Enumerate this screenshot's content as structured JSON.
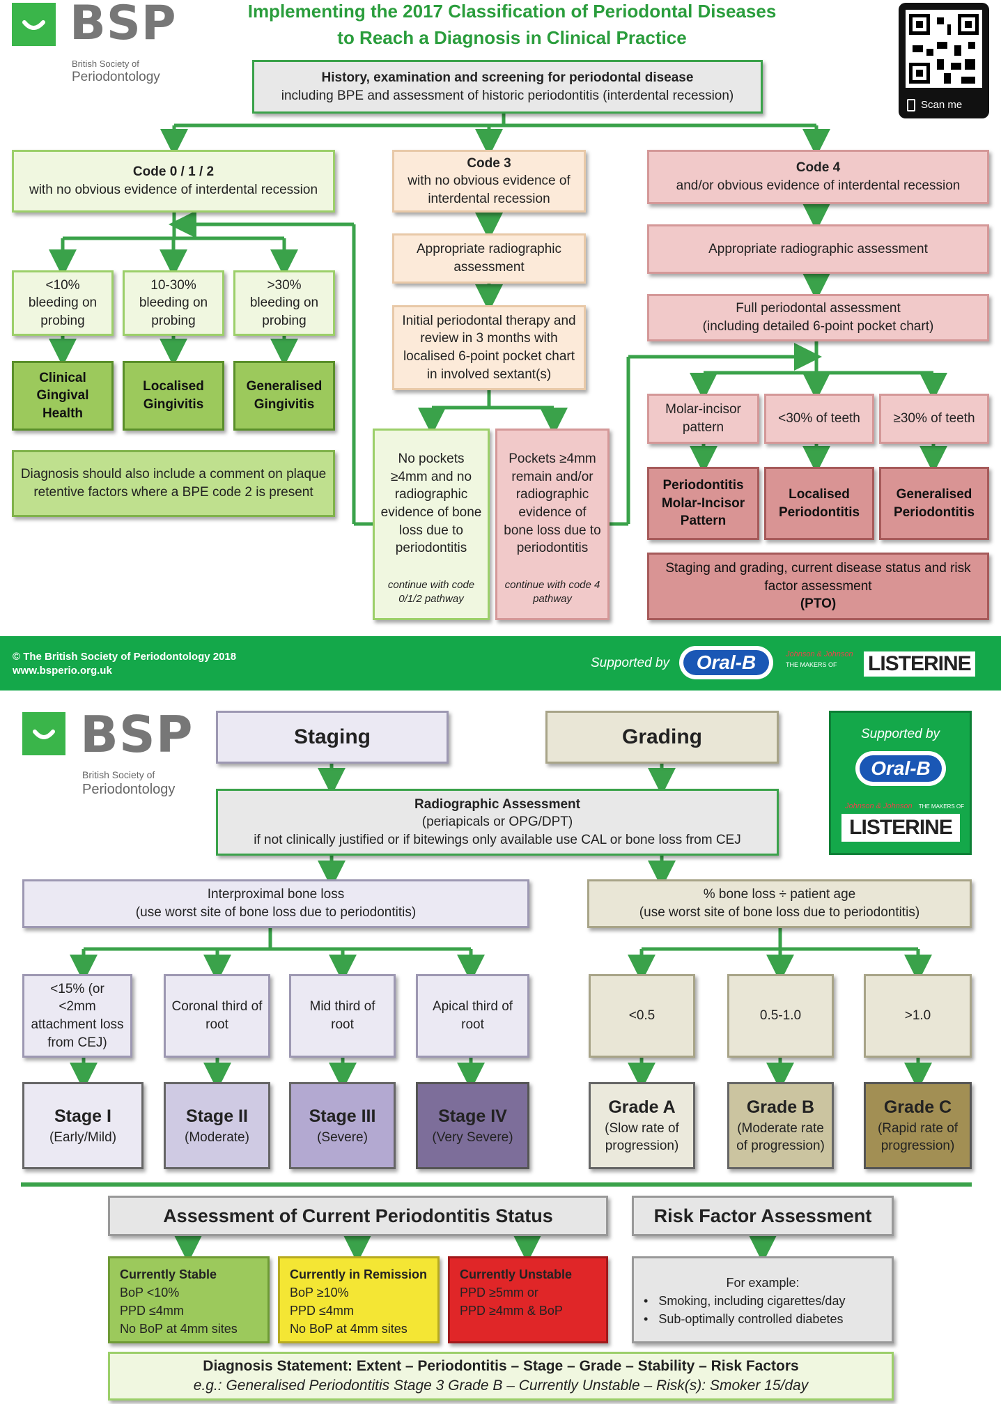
{
  "header": {
    "logo_text": "BSP",
    "logo_sub1": "British Society of",
    "logo_sub2": "Periodontology",
    "title_line1": "Implementing the 2017 Classification of Periodontal Diseases",
    "title_line2": "to Reach a Diagnosis in Clinical Practice",
    "qr_label": "Scan me"
  },
  "top": {
    "history_line1": "History, examination and screening for periodontal disease",
    "history_line2": "including BPE and assessment of historic periodontitis (interdental recession)",
    "code012_line1": "Code 0 / 1 / 2",
    "code012_line2": "with no obvious evidence of interdental recession",
    "code3_line1": "Code 3",
    "code3_line2": "with no obvious evidence of interdental recession",
    "code4_line1": "Code 4",
    "code4_line2": "and/or obvious evidence of interdental recession",
    "bleed1": "<10% bleeding on probing",
    "bleed2": "10-30% bleeding on probing",
    "bleed3": ">30% bleeding on probing",
    "diag1": "Clinical Gingival Health",
    "diag2": "Localised Gingivitis",
    "diag3": "Generalised Gingivitis",
    "plaque_note": "Diagnosis should also include a comment on plaque retentive factors where a BPE code 2 is present",
    "radio3": "Appropriate radiographic assessment",
    "initial_therapy": "Initial periodontal therapy and review in 3 months with localised 6-point pocket chart in involved sextant(s)",
    "no_pockets": "No pockets ≥4mm and no radiographic evidence of bone loss due to periodontitis",
    "no_pockets_cont": "continue with code 0/1/2 pathway",
    "pockets": "Pockets ≥4mm remain and/or radiographic evidence of bone loss due to periodontitis",
    "pockets_cont": "continue with code 4 pathway",
    "radio4": "Appropriate radiographic assessment",
    "full_assess_line1": "Full periodontal assessment",
    "full_assess_line2": "(including detailed 6-point pocket chart)",
    "pattern1": "Molar-incisor pattern",
    "pattern2": "<30% of teeth",
    "pattern3": "≥30% of teeth",
    "perio1": "Periodontitis Molar-Incisor Pattern",
    "perio2": "Localised Periodontitis",
    "perio3": "Generalised Periodontitis",
    "staging_note": "Staging and grading, current disease status and risk factor assessment",
    "pto": "(PTO)"
  },
  "banner": {
    "copyright": "© The British Society of Periodontology 2018",
    "website": "www.bsperio.org.uk",
    "supported_by": "Supported by",
    "oralb": "Oral-B",
    "jj": "Johnson & Johnson",
    "jj_sub": "THE MAKERS OF",
    "listerine": "LISTERINE"
  },
  "bottom": {
    "logo_text": "BSP",
    "logo_sub1": "British Society of",
    "logo_sub2": "Periodontology",
    "staging": "Staging",
    "grading": "Grading",
    "radio_title": "Radiographic Assessment",
    "radio_line2": "(periapicals or OPG/DPT)",
    "radio_line3": "if not clinically justified or if bitewings only available use CAL or bone loss from CEJ",
    "sponsor_supported": "Supported by",
    "sponsor_oralb": "Oral-B",
    "sponsor_jj": "Johnson & Johnson",
    "sponsor_jj_sub": "THE MAKERS OF",
    "sponsor_listerine": "LISTERINE",
    "interprox_line1": "Interproximal bone loss",
    "interprox_line2": "(use worst site of bone loss due to periodontitis)",
    "boneage_line1": "% bone loss ÷ patient age",
    "boneage_line2": "(use worst site of bone loss due to periodontitis)",
    "st_crit1": "<15% (or <2mm attachment loss from CEJ)",
    "st_crit2": "Coronal third of root",
    "st_crit3": "Mid third of root",
    "st_crit4": "Apical third of root",
    "gr_crit1": "<0.5",
    "gr_crit2": "0.5-1.0",
    "gr_crit3": ">1.0",
    "stage1": "Stage I",
    "stage1_sub": "(Early/Mild)",
    "stage2": "Stage II",
    "stage2_sub": "(Moderate)",
    "stage3": "Stage III",
    "stage3_sub": "(Severe)",
    "stage4": "Stage IV",
    "stage4_sub": "(Very Severe)",
    "gradeA": "Grade A",
    "gradeA_sub": "(Slow rate of progression)",
    "gradeB": "Grade B",
    "gradeB_sub": "(Moderate rate of progression)",
    "gradeC": "Grade C",
    "gradeC_sub": "(Rapid rate of progression)",
    "status_title": "Assessment of Current Periodontitis Status",
    "risk_title": "Risk Factor Assessment",
    "stable_title": "Currently Stable",
    "stable_l1": "BoP <10%",
    "stable_l2": "PPD ≤4mm",
    "stable_l3": "No BoP at 4mm sites",
    "remission_title": "Currently in Remission",
    "remission_l1": "BoP ≥10%",
    "remission_l2": "PPD ≤4mm",
    "remission_l3": "No BoP at 4mm sites",
    "unstable_title": "Currently Unstable",
    "unstable_l1": "PPD ≥5mm or",
    "unstable_l2": "PPD ≥4mm & BoP",
    "risk_example": "For example:",
    "risk_item1": "Smoking, including cigarettes/day",
    "risk_item2": "Sub-optimally controlled diabetes",
    "diag_statement": "Diagnosis Statement: Extent – Periodontitis – Stage – Grade – Stability – Risk Factors",
    "diag_example": "e.g.: Generalised Periodontitis Stage 3 Grade B – Currently Unstable – Risk(s): Smoker 15/day"
  },
  "colors": {
    "green": "#3aa24a",
    "banner": "#14a84a",
    "stable": "#9cc95c",
    "remission": "#f4e634",
    "unstable": "#e02628"
  }
}
